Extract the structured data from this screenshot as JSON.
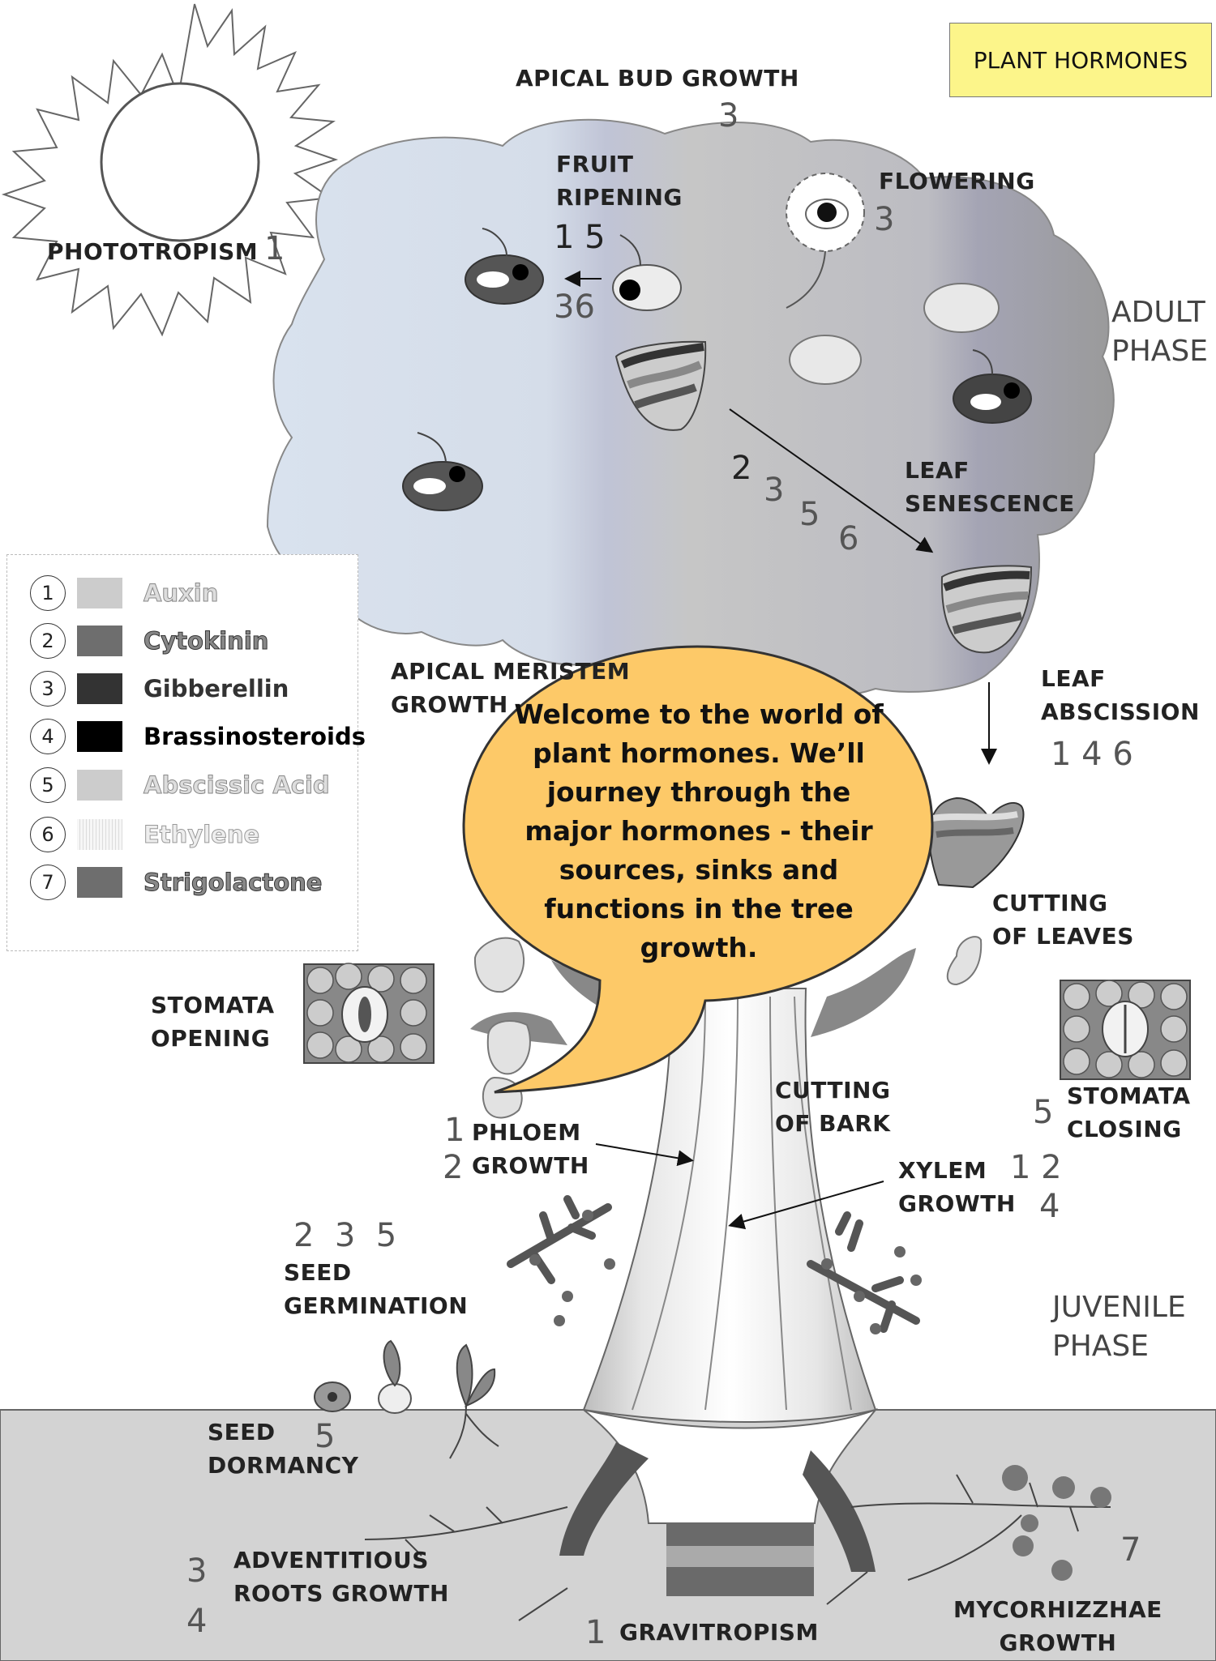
{
  "title": "PLANT HORMONES",
  "legend": [
    {
      "num": "1",
      "name": "Auxin",
      "color": "#cccccc",
      "text_style": "outline-light"
    },
    {
      "num": "2",
      "name": "Cytokinin",
      "color": "#6e6e6e",
      "text_style": "outline-dark"
    },
    {
      "num": "3",
      "name": "Gibberellin",
      "color": "#333333",
      "text_style": "solid-dark"
    },
    {
      "num": "4",
      "name": "Brassinosteroids",
      "color": "#000000",
      "text_style": "solid-black"
    },
    {
      "num": "5",
      "name": "Abscissic Acid",
      "color": "#cccccc",
      "text_style": "outline-light"
    },
    {
      "num": "6",
      "name": "Ethylene",
      "color": "#f4f4f4",
      "text_style": "outline-light"
    },
    {
      "num": "7",
      "name": "Strigolactone",
      "color": "#6e6e6e",
      "text_style": "outline-dark"
    }
  ],
  "phases": {
    "adult": [
      "ADULT",
      "PHASE"
    ],
    "juvenile": [
      "JUVENILE",
      "PHASE"
    ]
  },
  "labels": {
    "phototropism": "PHOTOTROPISM",
    "apical_bud_growth": "APICAL BUD GROWTH",
    "fruit_ripening": [
      "FRUIT",
      "RIPENING"
    ],
    "flowering": "FLOWERING",
    "leaf_senescence": [
      "LEAF",
      "SENESCENCE"
    ],
    "apical_meristem_growth": [
      "APICAL MERISTEM",
      "GROWTH"
    ],
    "leaf_abscission": [
      "LEAF",
      "ABSCISSION"
    ],
    "cutting_of_leaves": [
      "CUTTING",
      "OF LEAVES"
    ],
    "stomata_opening": [
      "STOMATA",
      "OPENING"
    ],
    "stomata_closing": [
      "STOMATA",
      "CLOSING"
    ],
    "cutting_of_bark": [
      "CUTTING",
      "OF BARK"
    ],
    "phloem_growth": [
      "PHLOEM",
      "GROWTH"
    ],
    "xylem_growth": [
      "XYLEM",
      "GROWTH"
    ],
    "seed_germination": [
      "SEED",
      "GERMINATION"
    ],
    "seed_dormancy": [
      "SEED",
      "DORMANCY"
    ],
    "adventitious_roots_growth": [
      "ADVENTITIOUS",
      "ROOTS GROWTH"
    ],
    "gravitropism": "GRAVITROPISM",
    "mycorrhizae_growth": [
      "MYCORHIZZHAE",
      "GROWTH"
    ]
  },
  "hormone_numbers": {
    "phototropism": "1",
    "apical_bud_growth": "3",
    "fruit_ripening_top": "1 5",
    "fruit_ripening_bottom": "36",
    "flowering": "3",
    "leaf_senescence": [
      "2",
      "3",
      "5",
      "6"
    ],
    "leaf_abscission": "1 4 6",
    "stomata_closing": "5",
    "phloem_growth": [
      "1",
      "2"
    ],
    "xylem_growth_top": "1 2",
    "xylem_growth_bottom": "4",
    "seed_germination": "2  3  5",
    "seed_dormancy": "5",
    "adventitious_roots_growth": [
      "3",
      "4"
    ],
    "gravitropism": "1",
    "mycorrhizae_growth": "7"
  },
  "speech_bubble": "Welcome to the world of plant hormones. We’ll journey through the major hormones - their sources, sinks and functions in the tree growth.",
  "colors": {
    "title_bg": "#fcf58a",
    "bubble": "#fdc968",
    "canopy_light": "#d7e0ec",
    "canopy_mid": "#c4c4c4",
    "canopy_dark": "#9d9d9d",
    "ground": "#d3d3d3"
  }
}
